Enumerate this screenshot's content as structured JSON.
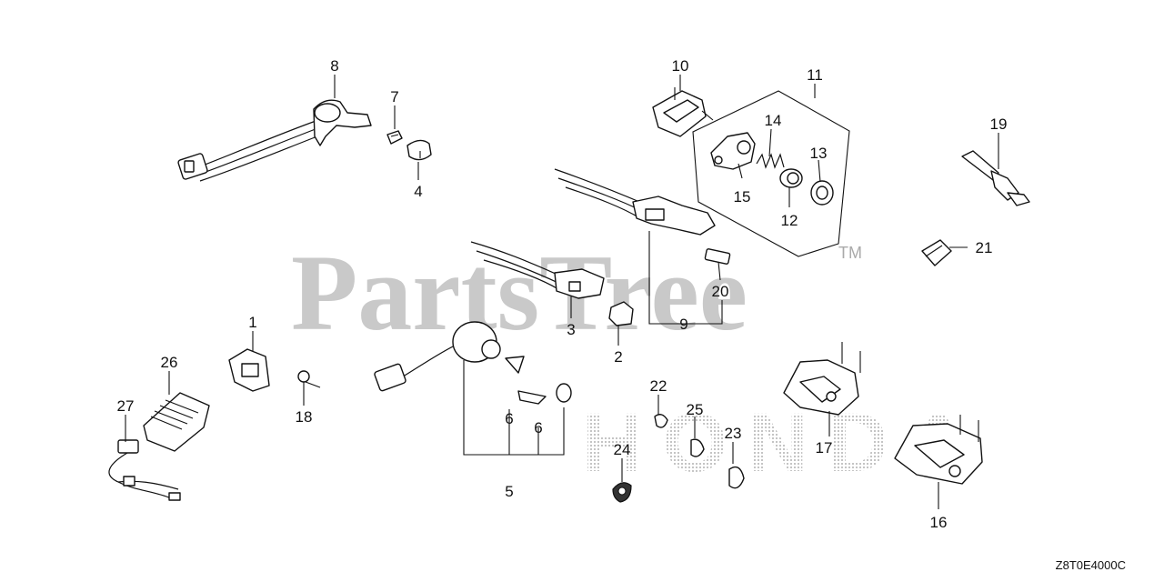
{
  "watermark": {
    "text": "PartsTree",
    "tm": "TM",
    "brand": "HONDA"
  },
  "diagram_code": "Z8T0E4000C",
  "callouts": [
    {
      "id": "1",
      "label": "1"
    },
    {
      "id": "2",
      "label": "2"
    },
    {
      "id": "3",
      "label": "3"
    },
    {
      "id": "4",
      "label": "4"
    },
    {
      "id": "5",
      "label": "5"
    },
    {
      "id": "6a",
      "label": "6"
    },
    {
      "id": "6b",
      "label": "6"
    },
    {
      "id": "7",
      "label": "7"
    },
    {
      "id": "8",
      "label": "8"
    },
    {
      "id": "9",
      "label": "9"
    },
    {
      "id": "10",
      "label": "10"
    },
    {
      "id": "11",
      "label": "11"
    },
    {
      "id": "12",
      "label": "12"
    },
    {
      "id": "13",
      "label": "13"
    },
    {
      "id": "14",
      "label": "14"
    },
    {
      "id": "15",
      "label": "15"
    },
    {
      "id": "16",
      "label": "16"
    },
    {
      "id": "17",
      "label": "17"
    },
    {
      "id": "18",
      "label": "18"
    },
    {
      "id": "19",
      "label": "19"
    },
    {
      "id": "20",
      "label": "20"
    },
    {
      "id": "21",
      "label": "21"
    },
    {
      "id": "22",
      "label": "22"
    },
    {
      "id": "23",
      "label": "23"
    },
    {
      "id": "24",
      "label": "24"
    },
    {
      "id": "25",
      "label": "25"
    },
    {
      "id": "26",
      "label": "26"
    },
    {
      "id": "27",
      "label": "27"
    }
  ]
}
